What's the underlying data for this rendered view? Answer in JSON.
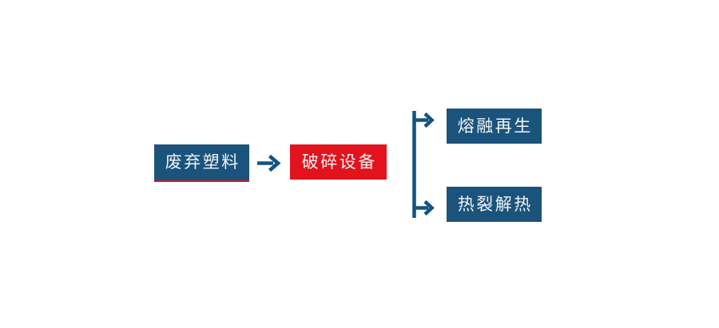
{
  "diagram": {
    "background": "#ffffff",
    "nodes": [
      {
        "id": "waste-plastic",
        "label": "废弃塑料",
        "shape": "rect",
        "fill": "blue",
        "bottom_accent": "red"
      },
      {
        "id": "crushing-equipment",
        "label": "破碎设备",
        "shape": "rect",
        "fill": "red"
      },
      {
        "id": "melt-regeneration",
        "label": "熔融再生",
        "shape": "rect",
        "fill": "blue"
      },
      {
        "id": "pyrolysis-heat",
        "label": "热裂解热",
        "shape": "rect",
        "fill": "blue"
      }
    ],
    "edges": [
      {
        "from": "废弃塑料",
        "to": "破碎设备",
        "style": "arrow-right"
      },
      {
        "from": "破碎设备",
        "to": "熔融再生",
        "style": "branch-arrow-right"
      },
      {
        "from": "破碎设备",
        "to": "热裂解热",
        "style": "branch-arrow-right"
      }
    ]
  },
  "colors": {
    "node_blue": "#1a537c",
    "node_red": "#e2131c",
    "connector_blue": "#135480",
    "label_text": "#f2f4f6"
  }
}
